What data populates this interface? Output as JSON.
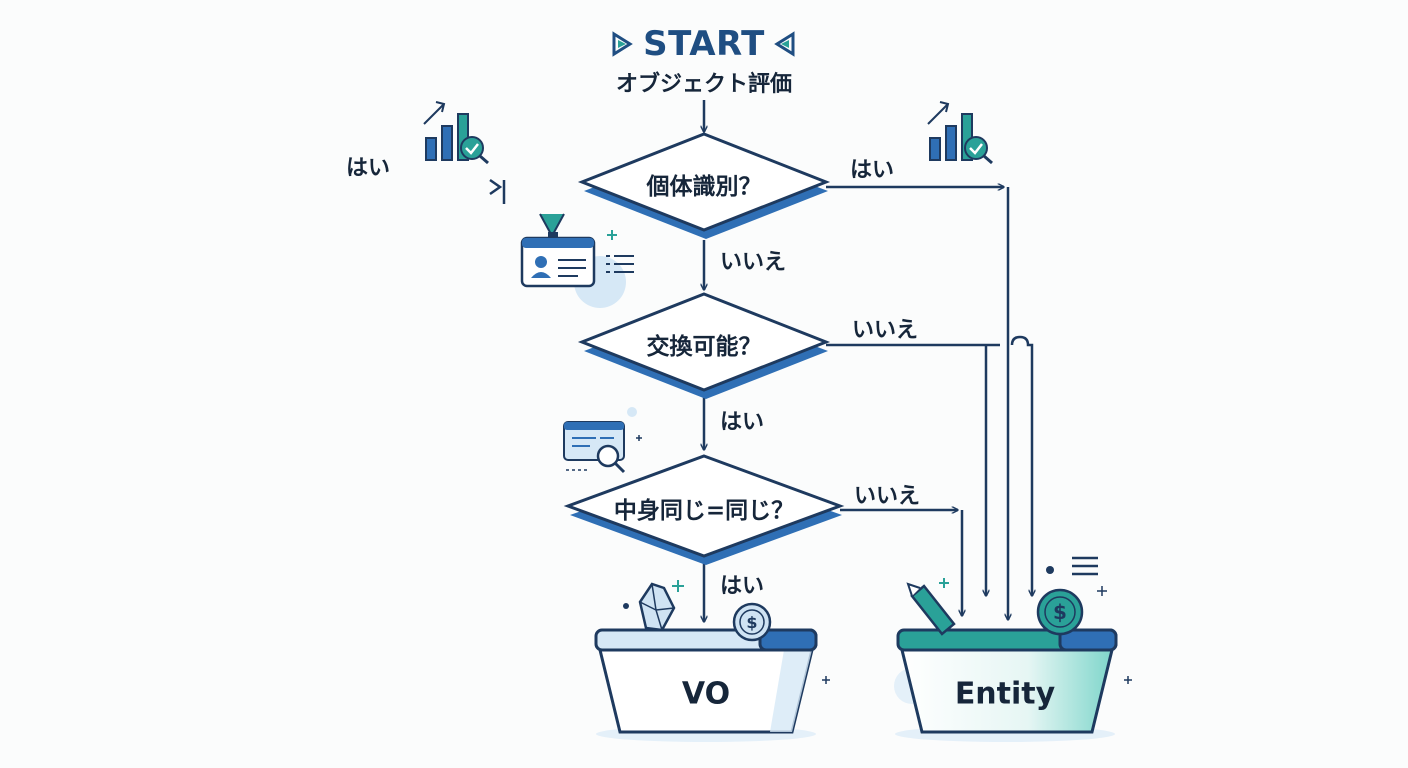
{
  "header": {
    "start": "START",
    "subtitle": "オブジェクト評価"
  },
  "decisions": [
    {
      "label": "個体識別？"
    },
    {
      "label": "交換可能？"
    },
    {
      "label": "中身同じ=同じ？"
    }
  ],
  "edges": {
    "identity_yes": "はい",
    "incoming_yes": "はい",
    "identity_no": "いいえ",
    "exchange_yes": "はい",
    "exchange_no": "いいえ",
    "content_no": "いいえ",
    "content_yes": "はい"
  },
  "outcomes": {
    "vo": "VO",
    "entity": "Entity"
  },
  "icons": [
    "chart-check-icon",
    "id-card-icon",
    "search-doc-icon",
    "crystal-icon",
    "coin-icon",
    "pencil-icon",
    "menu-lines-icon"
  ],
  "colors": {
    "navy": "#1e3a5f",
    "blue": "#2f6fb5",
    "teal": "#2aa198",
    "light_blue": "#d6e8f6"
  }
}
